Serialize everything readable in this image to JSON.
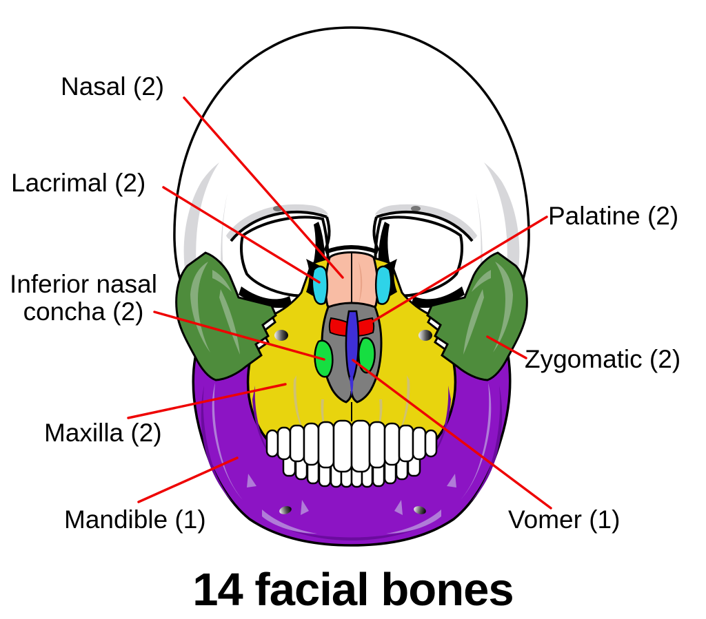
{
  "diagram": {
    "title": "14 facial bones",
    "labels": {
      "nasal": "Nasal (2)",
      "lacrimal": "Lacrimal (2)",
      "inferior_line1": "Inferior nasal",
      "inferior_line2": "concha (2)",
      "maxilla": "Maxilla (2)",
      "mandible": "Mandible (1)",
      "palatine": "Palatine (2)",
      "zygomatic": "Zygomatic (2)",
      "vomer": "Vomer (1)"
    },
    "colors": {
      "maxilla": "#E8D40E",
      "zygomatic": "#4E8C3C",
      "mandible": "#8C14C4",
      "nasal": "#F8BCA4",
      "lacrimal": "#2ED3E8",
      "palatine": "#EE0202",
      "vomer": "#3F2FD7",
      "inferior_nasal_concha": "#16DE41",
      "nasal_aperture": "#7E7E7E",
      "leader_line": "#EE0202",
      "skull": "#FFFFFF",
      "outline": "#000000"
    }
  }
}
